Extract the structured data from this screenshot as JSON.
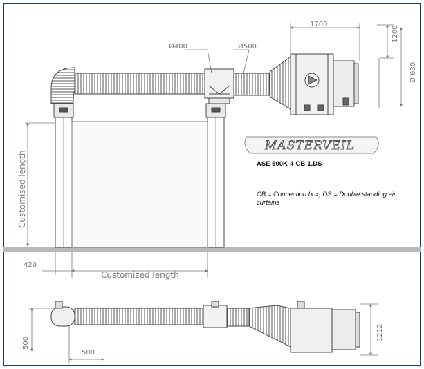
{
  "dimensions": {
    "d_400": "Ø400",
    "d_500": "Ø500",
    "w_1700": "1700",
    "h_1200": "1200",
    "d_630": "Ø 630",
    "side_length": "Customised length",
    "bottom_length": "Customized length",
    "w_420": "420",
    "plan_500_vertical": "500",
    "plan_500_horizontal": "500",
    "plan_1212": "1212"
  },
  "logo": {
    "text": "MASTERVEIL"
  },
  "info": {
    "model": "ASE 500K-4-CB-1.DS",
    "note": "CB = Connection box, DS = Double standing air curtains"
  },
  "colors": {
    "frame": "#1b3f63",
    "line": "#444444",
    "dim_text": "#777777"
  }
}
